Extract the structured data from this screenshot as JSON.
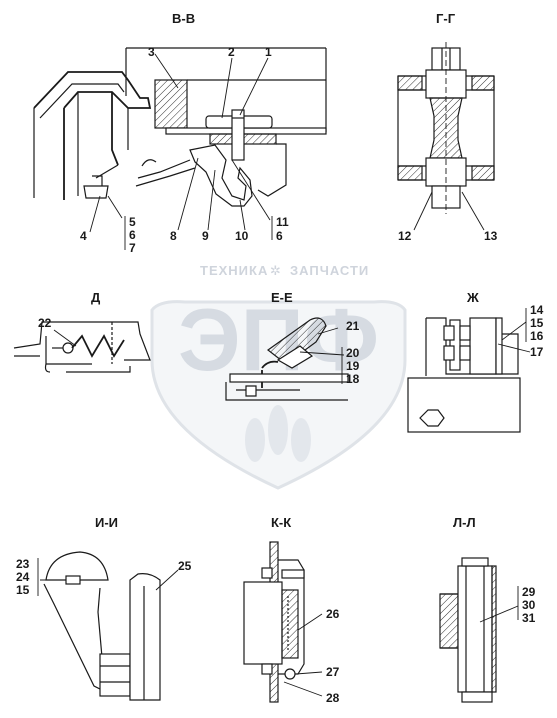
{
  "watermark": {
    "top_text": "ТЕХНИКА",
    "gear_glyph": "✲",
    "top_text_2": "ЗАПЧАСТИ",
    "logo_text": "ЭПФ"
  },
  "sections": {
    "bb": "В-В",
    "gg": "Г-Г",
    "d": "Д",
    "ee": "Е-Е",
    "zh": "Ж",
    "ii": "И-И",
    "kk": "К-К",
    "ll": "Л-Л"
  },
  "callouts": {
    "c1": "1",
    "c2": "2",
    "c3": "3",
    "c4": "4",
    "c5": "5",
    "c6": "6",
    "c7": "7",
    "c8": "8",
    "c9": "9",
    "c10": "10",
    "c11": "11",
    "c6b": "6",
    "c12": "12",
    "c13": "13",
    "c14": "14",
    "c15": "15",
    "c16": "16",
    "c17": "17",
    "c18": "18",
    "c19": "19",
    "c20": "20",
    "c21": "21",
    "c22": "22",
    "c23": "23",
    "c24": "24",
    "c15b": "15",
    "c25": "25",
    "c26": "26",
    "c27": "27",
    "c28": "28",
    "c29": "29",
    "c30": "30",
    "c31": "31"
  },
  "colors": {
    "line": "#1a1a1a",
    "watermark": "#d6dbe2",
    "background": "#ffffff"
  }
}
